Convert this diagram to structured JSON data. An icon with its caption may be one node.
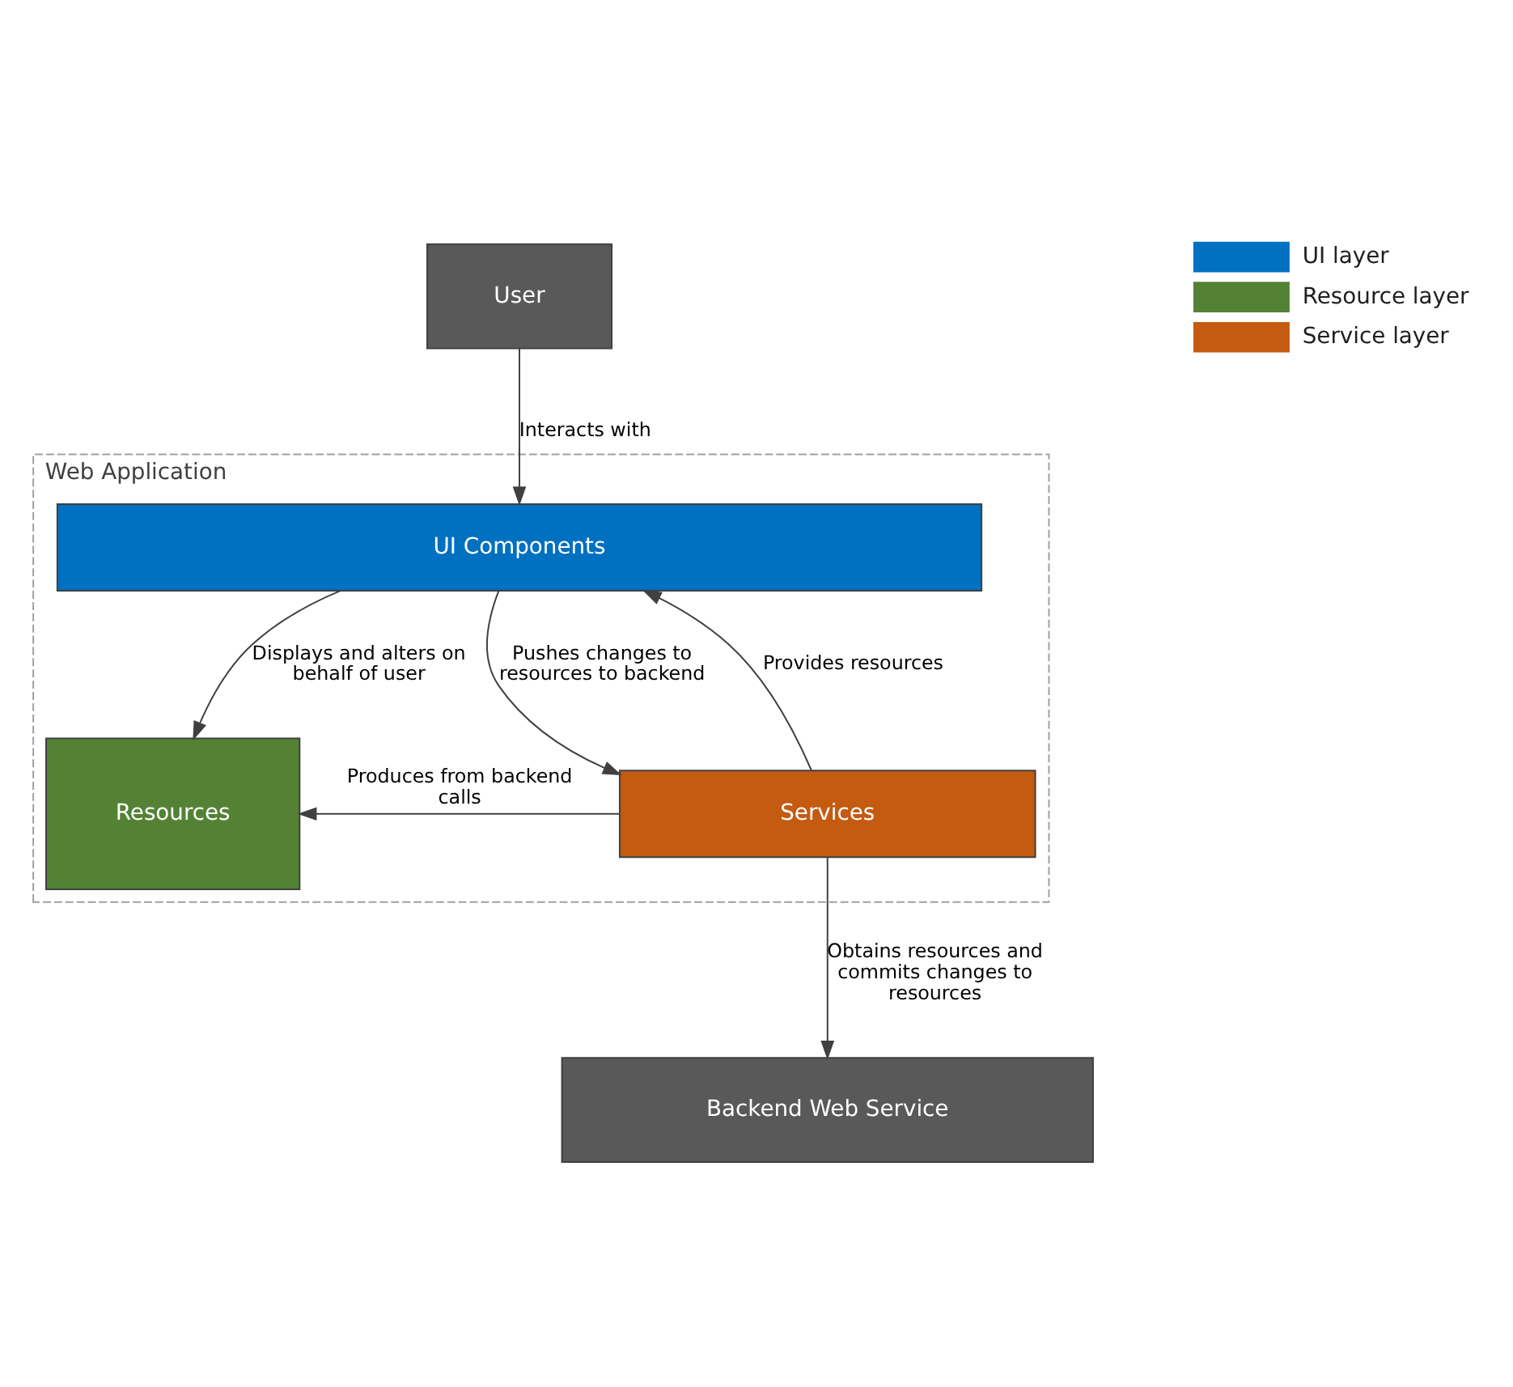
{
  "diagram": {
    "nodes": [
      {
        "text": [
          "User"
        ]
      },
      {
        "text": [
          "Web Application"
        ]
      },
      {
        "text": [
          "UI Components"
        ],
        "in": 1
      },
      {
        "text": [
          "Resources"
        ],
        "in": 1
      },
      {
        "text": [
          "Services"
        ],
        "in": 1
      },
      {
        "text": [
          "Backend Web Service"
        ]
      }
    ],
    "edges": [
      {
        "from": 0,
        "to": 2,
        "arrow": "to",
        "label": "Interacts with"
      },
      {
        "from": 2,
        "to": 3,
        "arrow": "to",
        "label": "Displays and alters on behalf of user"
      },
      {
        "from": 4,
        "to": 2,
        "arrow": "to",
        "label": "Provides resources"
      },
      {
        "from": 2,
        "to": 4,
        "arrow": "to",
        "label": "Pushes changes to resources to backend"
      },
      {
        "from": 4,
        "to": 3,
        "arrow": "to",
        "label": "Produces from backend calls"
      },
      {
        "from": 4,
        "to": 5,
        "arrow": "to",
        "label": "Obtains resources and commits changes to resources"
      }
    ],
    "legend": [
      {
        "text": "UI layer",
        "color": "#0070c0"
      },
      {
        "text": "Resource layer",
        "color": "#548235"
      },
      {
        "text": "Service layer",
        "color": "#c55a11"
      }
    ]
  }
}
